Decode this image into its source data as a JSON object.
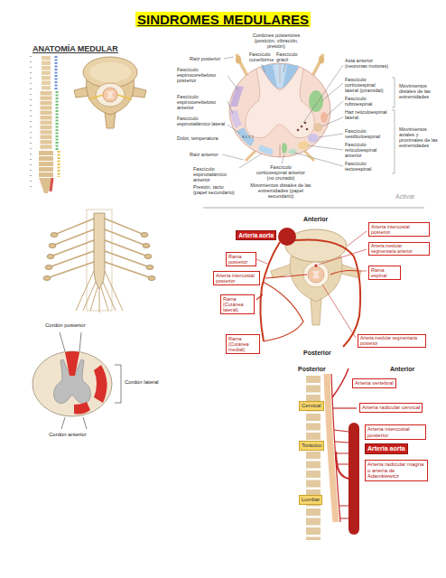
{
  "diagram": {
    "title": "SINDROMES MEDULARES",
    "nodes": [
      {
        "text": [
          "Arteria aorta"
        ]
      },
      {
        "text": [
          "Arteria intercostal posterior"
        ]
      },
      {
        "text": [
          "Arteria medular segmentaria anterior"
        ]
      },
      {
        "text": [
          "Rama posterior"
        ]
      },
      {
        "text": [
          "Rama espinal"
        ]
      },
      {
        "text": [
          "Arteria intercostal posterior"
        ]
      },
      {
        "text": [
          "Rama (Cutánea lateral)"
        ]
      },
      {
        "text": [
          "Rama (Cutánea medial)"
        ]
      },
      {
        "text": [
          "Arteria medular segmentaria posterior"
        ]
      },
      {
        "text": [
          "Arteria vertebral"
        ]
      },
      {
        "text": [
          "Cervical"
        ]
      },
      {
        "text": [
          "Arteria radicular cervical"
        ]
      },
      {
        "text": [
          "Torácico"
        ]
      },
      {
        "text": [
          "Arteria intercostal posterior"
        ]
      },
      {
        "text": [
          "Arteria aorta"
        ]
      },
      {
        "text": [
          "Lumbar"
        ]
      },
      {
        "text": [
          "Arteria radicular magna o arteria de Adamkiewicz"
        ]
      }
    ],
    "labels": [
      "ANATOMÍA MEDULAR",
      "Cordones posteriores (posición, vibración, presión)",
      "Raíz posterior",
      "Fascículo cuneiforme",
      "Fascículo grácil",
      "Fascículo espinocerebeloso posterior",
      "Fascículo espinocerebeloso anterior",
      "Fascículo espinotalámico lateral",
      "S L T C",
      "Dolor, temperatura",
      "Raíz anterior",
      "Fascículo espinotalámico anterior",
      "Presión, tacto (papel secundario)",
      "Fascículo corticoespinal anterior (no cruzado)",
      "Movimientos distales de las extremidades (papel secundario)",
      "Asta anterior (neuronas motoras)",
      "Fascículo corticoespinal lateral (piramidal)",
      "Movimientos distales de las extremidades",
      "Fascículo rubroespinal",
      "Haz reticuloespinal lateral",
      "Fascículo vestibuloespinal",
      "Fascículo reticuloespinal anterior",
      "Movimientos axiales y proximales de las extremidades",
      "Fascículo tectoespinal",
      "Activar",
      "Cordón posterior",
      "Cordón lateral",
      "Cordón anterior",
      "Anterior",
      "Posterior",
      "Posterior",
      "Anterior"
    ]
  }
}
